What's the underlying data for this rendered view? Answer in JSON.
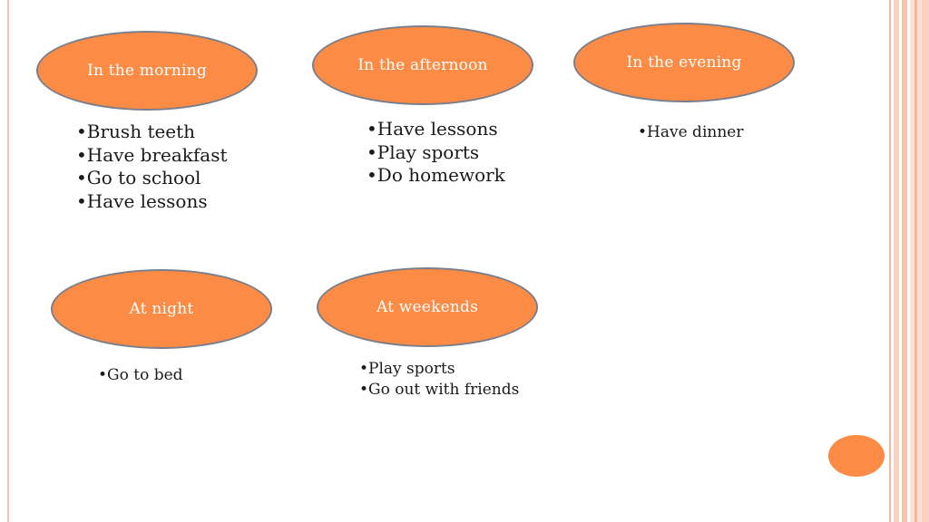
{
  "groups": {
    "morning": {
      "title": "In the morning",
      "items": [
        "•Brush teeth",
        "•Have breakfast",
        "•Go to school",
        "•Have lessons"
      ]
    },
    "afternoon": {
      "title": "In the afternoon",
      "items": [
        "•Have lessons",
        "•Play sports",
        "•Do homework"
      ]
    },
    "evening": {
      "title": "In the evening",
      "items": [
        "•Have dinner"
      ]
    },
    "night": {
      "title": "At night",
      "items": [
        "•Go to bed"
      ]
    },
    "weekends": {
      "title": "At weekends",
      "items": [
        "•Play sports",
        "•Go out with friends"
      ]
    }
  },
  "colors": {
    "oval_fill": "#fb8b45",
    "oval_border": "#7b7f8b",
    "text": "#1a1a1a",
    "frame": "#f3b79c"
  }
}
